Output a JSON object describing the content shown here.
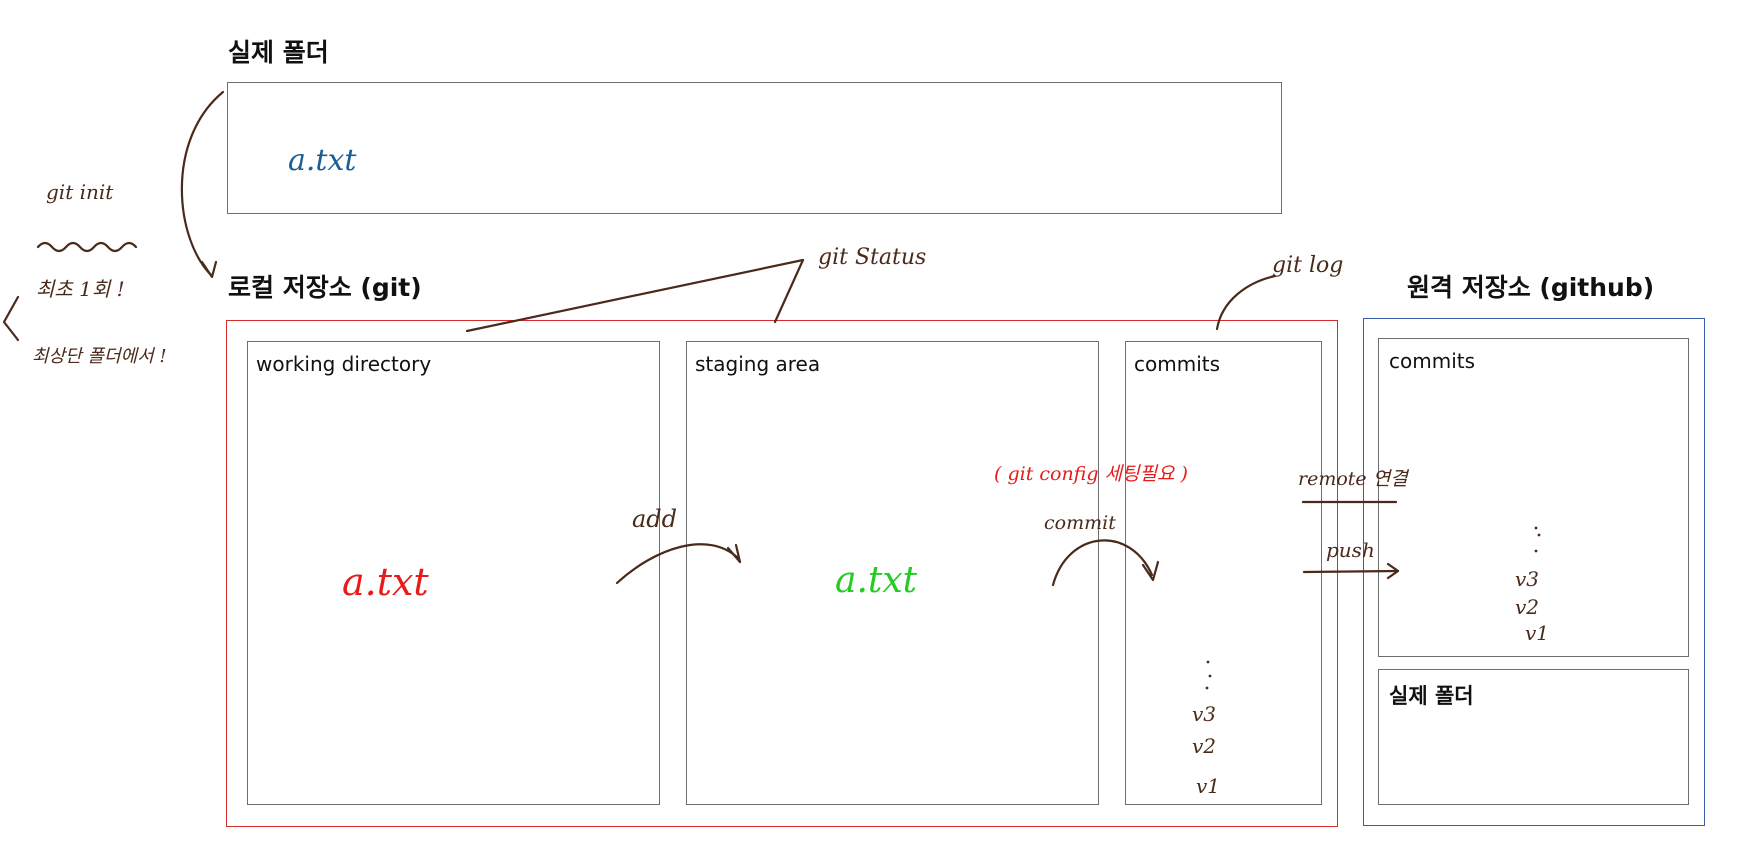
{
  "headings": {
    "real_folder": "실제 폴더",
    "local_repo": "로컬 저장소 (git)",
    "remote_repo": "원격 저장소 (github)"
  },
  "real_folder_file": "a.txt",
  "local": {
    "working_directory": {
      "label": "working directory",
      "file": "a.txt"
    },
    "staging_area": {
      "label": "staging area",
      "file": "a.txt"
    },
    "commits": {
      "label": "commits",
      "versions": [
        "v3",
        "v2",
        "v1"
      ]
    }
  },
  "remote": {
    "commits": {
      "label": "commits",
      "versions": [
        "v3",
        "v2",
        "v1"
      ]
    },
    "real_folder": "실제 폴더"
  },
  "annotations": {
    "git_init": "git init",
    "once_only": "최초 1회 !",
    "top_folder": "최상단 폴더에서 !",
    "git_status": "git Status",
    "git_log": "git log",
    "git_config": "( git config 세팅필요 )",
    "add": "add",
    "commit": "commit",
    "remote_link": "remote 연결",
    "push": "push"
  },
  "colors": {
    "local_border": "#d42b2b",
    "remote_border": "#3b5ea8",
    "ink": "#4a2a1a",
    "untracked": "#e81a1a",
    "staged": "#22cc22",
    "folder_file": "#1a5e96"
  }
}
